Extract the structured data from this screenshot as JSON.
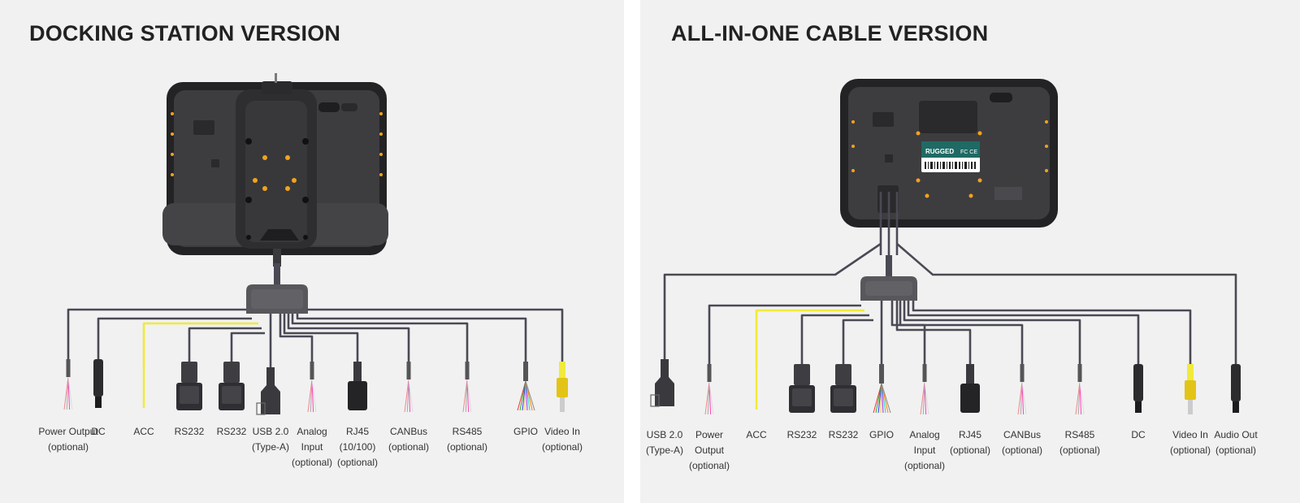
{
  "left_panel": {
    "title": "DOCKING STATION VERSION",
    "ports": [
      {
        "name": "Power Output",
        "note": "(optional)"
      },
      {
        "name": "DC",
        "note": ""
      },
      {
        "name": "ACC",
        "note": ""
      },
      {
        "name": "RS232",
        "note": ""
      },
      {
        "name": "RS232",
        "note": ""
      },
      {
        "name": "USB 2.0",
        "note": "(Type-A)"
      },
      {
        "name": "Analog",
        "line2": "Input",
        "note": "(optional)"
      },
      {
        "name": "RJ45",
        "line2": "(10/100)",
        "note": "(optional)"
      },
      {
        "name": "CANBus",
        "note": "(optional)"
      },
      {
        "name": "RS485",
        "note": "(optional)"
      },
      {
        "name": "GPIO",
        "note": ""
      },
      {
        "name": "Video In",
        "note": "(optional)"
      }
    ]
  },
  "right_panel": {
    "title": "ALL-IN-ONE CABLE VERSION",
    "ports": [
      {
        "name": "USB 2.0",
        "note": "(Type-A)"
      },
      {
        "name": "Power",
        "line2": "Output",
        "note": "(optional)"
      },
      {
        "name": "ACC",
        "note": ""
      },
      {
        "name": "RS232",
        "note": ""
      },
      {
        "name": "RS232",
        "note": ""
      },
      {
        "name": "GPIO",
        "note": ""
      },
      {
        "name": "Analog",
        "line2": "Input",
        "note": "(optional)"
      },
      {
        "name": "RJ45",
        "note": "(optional)"
      },
      {
        "name": "CANBus",
        "note": "(optional)"
      },
      {
        "name": "RS485",
        "note": "(optional)"
      },
      {
        "name": "DC",
        "note": ""
      },
      {
        "name": "Video In",
        "note": "(optional)"
      },
      {
        "name": "Audio Out",
        "note": "(optional)"
      }
    ],
    "device_label": {
      "brand": "RUGGED",
      "marks": "FC CE"
    }
  },
  "colors": {
    "background": "#f1f1f1",
    "cable": "#4a4a55",
    "acc_cable": "#f0ea3c",
    "device_body": "#3a3a3c",
    "device_frame": "#232325",
    "screw": "#f2a31b",
    "connector": "#555558",
    "title_text": "#222222",
    "label_text": "#333333"
  },
  "icons": [
    "dc-plug-icon",
    "db9-connector-icon",
    "usb-a-connector-icon",
    "rj45-connector-icon",
    "wire-pigtail-icon",
    "rca-connector-icon"
  ]
}
